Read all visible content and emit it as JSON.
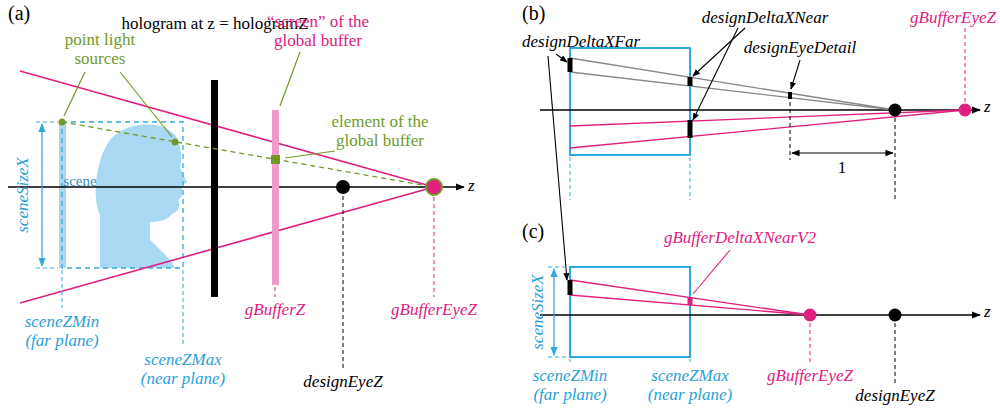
{
  "diagram": {
    "labels": [
      "(a)",
      "hologram at z = hologramZ",
      "point light sources",
      "“screen” of the global buffer",
      "element of the global buffer",
      "scene",
      "sceneSizeX",
      "z",
      "sceneZMin (far plane)",
      "sceneZMax (near plane)",
      "gBufferZ",
      "gBufferEyeZ",
      "designEyeZ",
      "(b)",
      "designDeltaXFar",
      "designDeltaXNear",
      "designEyeDetail",
      "gBufferEyeZ",
      "1",
      "z",
      "(c)",
      "gBufferDeltaXNearV2",
      "sceneSizeX",
      "z",
      "sceneZMin (far plane)",
      "sceneZMax (near plane)",
      "gBufferEyeZ",
      "designEyeZ"
    ]
  }
}
